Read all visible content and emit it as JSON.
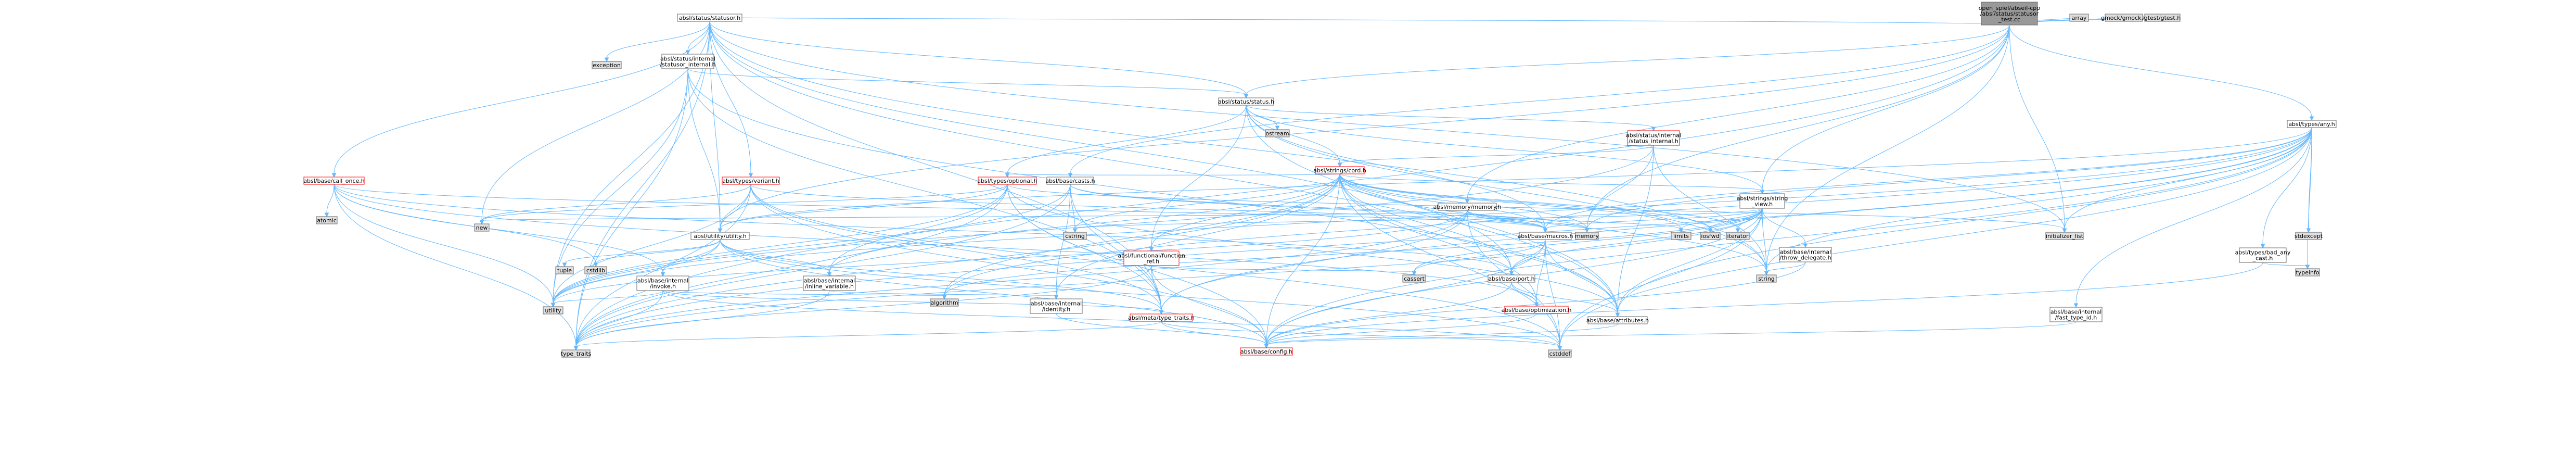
{
  "graph": {
    "colors": {
      "root_fill": "#999999",
      "node_fill": "#ffffff",
      "system_fill": "#e0e0e0",
      "edge": "#63b8ff",
      "border": "#666666",
      "incomplete_border": "#ff0000"
    },
    "nodes": [
      {
        "id": "root",
        "lines": [
          "open_spiel/abseil-cpp",
          "/absl/status/statusor",
          "_test.cc"
        ],
        "kind": "root"
      },
      {
        "id": "statusor_h",
        "lines": [
          "absl/status/statusor.h"
        ],
        "kind": "file"
      },
      {
        "id": "array",
        "lines": [
          "array"
        ],
        "kind": "system"
      },
      {
        "id": "gmock",
        "lines": [
          "gmock/gmock.h"
        ],
        "kind": "system"
      },
      {
        "id": "gtest",
        "lines": [
          "gtest/gtest.h"
        ],
        "kind": "system"
      },
      {
        "id": "any_h",
        "lines": [
          "absl/types/any.h"
        ],
        "kind": "file"
      },
      {
        "id": "exception",
        "lines": [
          "exception"
        ],
        "kind": "system"
      },
      {
        "id": "statusor_internal_h",
        "lines": [
          "absl/status/internal",
          "/statusor_internal.h"
        ],
        "kind": "file"
      },
      {
        "id": "status_h",
        "lines": [
          "absl/status/status.h"
        ],
        "kind": "file"
      },
      {
        "id": "ostream",
        "lines": [
          "ostream"
        ],
        "kind": "system"
      },
      {
        "id": "status_internal_h",
        "lines": [
          "absl/status/internal",
          "/status_internal.h"
        ],
        "kind": "red"
      },
      {
        "id": "cord_h",
        "lines": [
          "absl/strings/cord.h"
        ],
        "kind": "red"
      },
      {
        "id": "call_once_h",
        "lines": [
          "absl/base/call_once.h"
        ],
        "kind": "red"
      },
      {
        "id": "variant_h",
        "lines": [
          "absl/types/variant.h"
        ],
        "kind": "red"
      },
      {
        "id": "optional_h",
        "lines": [
          "absl/types/optional.h"
        ],
        "kind": "red"
      },
      {
        "id": "casts_h",
        "lines": [
          "absl/base/casts.h"
        ],
        "kind": "file"
      },
      {
        "id": "memory_memory_h",
        "lines": [
          "absl/memory/memory.h"
        ],
        "kind": "file"
      },
      {
        "id": "string_view_h",
        "lines": [
          "absl/strings/string",
          "_view.h"
        ],
        "kind": "file"
      },
      {
        "id": "atomic",
        "lines": [
          "atomic"
        ],
        "kind": "system"
      },
      {
        "id": "new",
        "lines": [
          "new"
        ],
        "kind": "system"
      },
      {
        "id": "utility_h",
        "lines": [
          "absl/utility/utility.h"
        ],
        "kind": "file"
      },
      {
        "id": "function_ref_h",
        "lines": [
          "absl/functional/function",
          "_ref.h"
        ],
        "kind": "red"
      },
      {
        "id": "cstring",
        "lines": [
          "cstring"
        ],
        "kind": "system"
      },
      {
        "id": "macros_h",
        "lines": [
          "absl/base/macros.h"
        ],
        "kind": "file"
      },
      {
        "id": "memory",
        "lines": [
          "memory"
        ],
        "kind": "system"
      },
      {
        "id": "limits",
        "lines": [
          "limits"
        ],
        "kind": "system"
      },
      {
        "id": "iosfwd",
        "lines": [
          "iosfwd"
        ],
        "kind": "system"
      },
      {
        "id": "iterator",
        "lines": [
          "iterator"
        ],
        "kind": "system"
      },
      {
        "id": "throw_delegate_h",
        "lines": [
          "absl/base/internal",
          "/throw_delegate.h"
        ],
        "kind": "file"
      },
      {
        "id": "initializer_list",
        "lines": [
          "initializer_list"
        ],
        "kind": "system"
      },
      {
        "id": "bad_any_cast_h",
        "lines": [
          "absl/types/bad_any",
          "_cast.h"
        ],
        "kind": "file"
      },
      {
        "id": "stdexcept",
        "lines": [
          "stdexcept"
        ],
        "kind": "system"
      },
      {
        "id": "typeinfo",
        "lines": [
          "typeinfo"
        ],
        "kind": "system"
      },
      {
        "id": "tuple",
        "lines": [
          "tuple"
        ],
        "kind": "system"
      },
      {
        "id": "cstdlib",
        "lines": [
          "cstdlib"
        ],
        "kind": "system"
      },
      {
        "id": "invoke_h",
        "lines": [
          "absl/base/internal",
          "/invoke.h"
        ],
        "kind": "file"
      },
      {
        "id": "inline_variable_h",
        "lines": [
          "absl/base/internal",
          "/inline_variable.h"
        ],
        "kind": "file"
      },
      {
        "id": "cassert",
        "lines": [
          "cassert"
        ],
        "kind": "system"
      },
      {
        "id": "port_h",
        "lines": [
          "absl/base/port.h"
        ],
        "kind": "file"
      },
      {
        "id": "string",
        "lines": [
          "string"
        ],
        "kind": "system"
      },
      {
        "id": "utility",
        "lines": [
          "utility"
        ],
        "kind": "system"
      },
      {
        "id": "algorithm",
        "lines": [
          "algorithm"
        ],
        "kind": "system"
      },
      {
        "id": "identity_h",
        "lines": [
          "absl/base/internal",
          "/identity.h"
        ],
        "kind": "file"
      },
      {
        "id": "type_traits_h",
        "lines": [
          "absl/meta/type_traits.h"
        ],
        "kind": "red"
      },
      {
        "id": "optimization_h",
        "lines": [
          "absl/base/optimization.h"
        ],
        "kind": "red"
      },
      {
        "id": "attributes_h",
        "lines": [
          "absl/base/attributes.h"
        ],
        "kind": "file"
      },
      {
        "id": "fast_type_id_h",
        "lines": [
          "absl/base/internal",
          "/fast_type_id.h"
        ],
        "kind": "file"
      },
      {
        "id": "type_traits",
        "lines": [
          "type_traits"
        ],
        "kind": "system"
      },
      {
        "id": "config_h",
        "lines": [
          "absl/base/config.h"
        ],
        "kind": "red"
      },
      {
        "id": "cstddef",
        "lines": [
          "cstddef"
        ],
        "kind": "system"
      }
    ],
    "edges": [
      [
        "root",
        "statusor_h"
      ],
      [
        "root",
        "array"
      ],
      [
        "root",
        "gmock"
      ],
      [
        "root",
        "gtest"
      ],
      [
        "root",
        "any_h"
      ],
      [
        "root",
        "status_h"
      ],
      [
        "root",
        "casts_h"
      ],
      [
        "root",
        "memory_memory_h"
      ],
      [
        "root",
        "string_view_h"
      ],
      [
        "root",
        "utility_h"
      ],
      [
        "root",
        "memory"
      ],
      [
        "root",
        "string"
      ],
      [
        "root",
        "type_traits"
      ],
      [
        "root",
        "initializer_list"
      ],
      [
        "statusor_h",
        "exception"
      ],
      [
        "statusor_h",
        "statusor_internal_h"
      ],
      [
        "statusor_h",
        "status_h"
      ],
      [
        "statusor_h",
        "call_once_h"
      ],
      [
        "statusor_h",
        "variant_h"
      ],
      [
        "statusor_h",
        "initializer_list"
      ],
      [
        "statusor_h",
        "new"
      ],
      [
        "statusor_h",
        "string"
      ],
      [
        "statusor_h",
        "type_traits"
      ],
      [
        "statusor_h",
        "utility"
      ],
      [
        "statusor_h",
        "attributes_h"
      ],
      [
        "statusor_h",
        "type_traits_h"
      ],
      [
        "statusor_h",
        "utility_h"
      ],
      [
        "statusor_h",
        "port_h"
      ],
      [
        "statusor_internal_h",
        "status_h"
      ],
      [
        "statusor_internal_h",
        "utility_h"
      ],
      [
        "statusor_internal_h",
        "type_traits"
      ],
      [
        "statusor_internal_h",
        "utility"
      ],
      [
        "statusor_internal_h",
        "attributes_h"
      ],
      [
        "statusor_internal_h",
        "type_traits_h"
      ],
      [
        "status_h",
        "ostream"
      ],
      [
        "status_h",
        "status_internal_h"
      ],
      [
        "status_h",
        "cord_h"
      ],
      [
        "status_h",
        "string_view_h"
      ],
      [
        "status_h",
        "optional_h"
      ],
      [
        "status_h",
        "function_ref_h"
      ],
      [
        "status_h",
        "string"
      ],
      [
        "status_h",
        "macros_h"
      ],
      [
        "status_h",
        "attributes_h"
      ],
      [
        "status_internal_h",
        "cord_h"
      ],
      [
        "status_internal_h",
        "memory"
      ],
      [
        "status_internal_h",
        "string"
      ],
      [
        "status_internal_h",
        "utility"
      ],
      [
        "status_internal_h",
        "attributes_h"
      ],
      [
        "cord_h",
        "algorithm"
      ],
      [
        "cord_h",
        "cstddef"
      ],
      [
        "cord_h",
        "cstring"
      ],
      [
        "cord_h",
        "iosfwd"
      ],
      [
        "cord_h",
        "iterator"
      ],
      [
        "cord_h",
        "string"
      ],
      [
        "cord_h",
        "type_traits"
      ],
      [
        "cord_h",
        "macros_h"
      ],
      [
        "cord_h",
        "port_h"
      ],
      [
        "cord_h",
        "function_ref_h"
      ],
      [
        "cord_h",
        "optional_h"
      ],
      [
        "cord_h",
        "string_view_h"
      ],
      [
        "cord_h",
        "limits"
      ],
      [
        "cord_h",
        "config_h"
      ],
      [
        "cord_h",
        "attributes_h"
      ],
      [
        "cord_h",
        "optimization_h"
      ],
      [
        "cord_h",
        "identity_h"
      ],
      [
        "cord_h",
        "memory"
      ],
      [
        "cord_h",
        "inline_variable_h"
      ],
      [
        "call_once_h",
        "atomic"
      ],
      [
        "call_once_h",
        "type_traits"
      ],
      [
        "call_once_h",
        "utility"
      ],
      [
        "call_once_h",
        "invoke_h"
      ],
      [
        "call_once_h",
        "macros_h"
      ],
      [
        "call_once_h",
        "optimization_h"
      ],
      [
        "call_once_h",
        "port_h"
      ],
      [
        "call_once_h",
        "cstdlib"
      ],
      [
        "variant_h",
        "cstddef"
      ],
      [
        "variant_h",
        "functional"
      ],
      [
        "variant_h",
        "new"
      ],
      [
        "variant_h",
        "type_traits"
      ],
      [
        "variant_h",
        "utility"
      ],
      [
        "variant_h",
        "type_traits_h"
      ],
      [
        "variant_h",
        "utility_h"
      ],
      [
        "variant_h",
        "config_h"
      ],
      [
        "variant_h",
        "macros_h"
      ],
      [
        "optional_h",
        "new"
      ],
      [
        "optional_h",
        "utility_h"
      ],
      [
        "optional_h",
        "type_traits_h"
      ],
      [
        "optional_h",
        "attributes_h"
      ],
      [
        "optional_h",
        "inline_variable_h"
      ],
      [
        "optional_h",
        "config_h"
      ],
      [
        "optional_h",
        "initializer_list"
      ],
      [
        "optional_h",
        "type_traits"
      ],
      [
        "optional_h",
        "utility"
      ],
      [
        "optional_h",
        "functional"
      ],
      [
        "casts_h",
        "cstring"
      ],
      [
        "casts_h",
        "memory"
      ],
      [
        "casts_h",
        "type_traits"
      ],
      [
        "casts_h",
        "utility"
      ],
      [
        "casts_h",
        "identity_h"
      ],
      [
        "casts_h",
        "macros_h"
      ],
      [
        "casts_h",
        "type_traits_h"
      ],
      [
        "memory_memory_h",
        "cstddef"
      ],
      [
        "memory_memory_h",
        "limits"
      ],
      [
        "memory_memory_h",
        "memory"
      ],
      [
        "memory_memory_h",
        "new"
      ],
      [
        "memory_memory_h",
        "type_traits"
      ],
      [
        "memory_memory_h",
        "utility"
      ],
      [
        "memory_memory_h",
        "macros_h"
      ],
      [
        "memory_memory_h",
        "type_traits_h"
      ],
      [
        "string_view_h",
        "algorithm"
      ],
      [
        "string_view_h",
        "cassert"
      ],
      [
        "string_view_h",
        "cstddef"
      ],
      [
        "string_view_h",
        "cstring"
      ],
      [
        "string_view_h",
        "iosfwd"
      ],
      [
        "string_view_h",
        "iterator"
      ],
      [
        "string_view_h",
        "limits"
      ],
      [
        "string_view_h",
        "string"
      ],
      [
        "string_view_h",
        "attributes_h"
      ],
      [
        "string_view_h",
        "nullability"
      ],
      [
        "string_view_h",
        "config_h"
      ],
      [
        "string_view_h",
        "throw_delegate_h"
      ],
      [
        "string_view_h",
        "macros_h"
      ],
      [
        "string_view_h",
        "port_h"
      ],
      [
        "string_view_h",
        "type_traits"
      ],
      [
        "utility_h",
        "cstddef"
      ],
      [
        "utility_h",
        "cstdlib"
      ],
      [
        "utility_h",
        "tuple"
      ],
      [
        "utility_h",
        "utility"
      ],
      [
        "utility_h",
        "config_h"
      ],
      [
        "utility_h",
        "inline_variable_h"
      ],
      [
        "utility_h",
        "invoke_h"
      ],
      [
        "utility_h",
        "type_traits_h"
      ],
      [
        "function_ref_h",
        "cassert"
      ],
      [
        "function_ref_h",
        "type_traits"
      ],
      [
        "function_ref_h",
        "config_h"
      ],
      [
        "function_ref_h",
        "type_traits_h"
      ],
      [
        "macros_h",
        "cassert"
      ],
      [
        "macros_h",
        "cstddef"
      ],
      [
        "macros_h",
        "attributes_h"
      ],
      [
        "macros_h",
        "config_h"
      ],
      [
        "macros_h",
        "optimization_h"
      ],
      [
        "macros_h",
        "port_h"
      ],
      [
        "throw_delegate_h",
        "string"
      ],
      [
        "throw_delegate_h",
        "config_h"
      ],
      [
        "any_h",
        "config_h"
      ],
      [
        "any_h",
        "utility_h"
      ],
      [
        "any_h",
        "algorithm"
      ],
      [
        "any_h",
        "cstddef"
      ],
      [
        "any_h",
        "initializer_list"
      ],
      [
        "any_h",
        "memory"
      ],
      [
        "any_h",
        "stdexcept"
      ],
      [
        "any_h",
        "string"
      ],
      [
        "any_h",
        "type_traits"
      ],
      [
        "any_h",
        "typeinfo"
      ],
      [
        "any_h",
        "utility"
      ],
      [
        "any_h",
        "attributes_h"
      ],
      [
        "any_h",
        "fast_type_id_h"
      ],
      [
        "any_h",
        "macros_h"
      ],
      [
        "any_h",
        "type_traits_h"
      ],
      [
        "any_h",
        "bad_any_cast_h"
      ],
      [
        "bad_any_cast_h",
        "typeinfo"
      ],
      [
        "bad_any_cast_h",
        "config_h"
      ],
      [
        "invoke_h",
        "algorithm"
      ],
      [
        "invoke_h",
        "cstddef"
      ],
      [
        "invoke_h",
        "functional"
      ],
      [
        "invoke_h",
        "type_traits"
      ],
      [
        "invoke_h",
        "utility"
      ],
      [
        "invoke_h",
        "type_traits_h"
      ],
      [
        "inline_variable_h",
        "type_traits"
      ],
      [
        "inline_variable_h",
        "identity_h"
      ],
      [
        "port_h",
        "attributes_h"
      ],
      [
        "port_h",
        "config_h"
      ],
      [
        "port_h",
        "optimization_h"
      ],
      [
        "identity_h",
        "config_h"
      ],
      [
        "type_traits_h",
        "cstddef"
      ],
      [
        "type_traits_h",
        "functional"
      ],
      [
        "type_traits_h",
        "type_traits"
      ],
      [
        "type_traits_h",
        "config_h"
      ],
      [
        "optimization_h",
        "assert"
      ],
      [
        "optimization_h",
        "config_h"
      ],
      [
        "attributes_h",
        "config_h"
      ],
      [
        "fast_type_id_h",
        "config_h"
      ]
    ]
  }
}
